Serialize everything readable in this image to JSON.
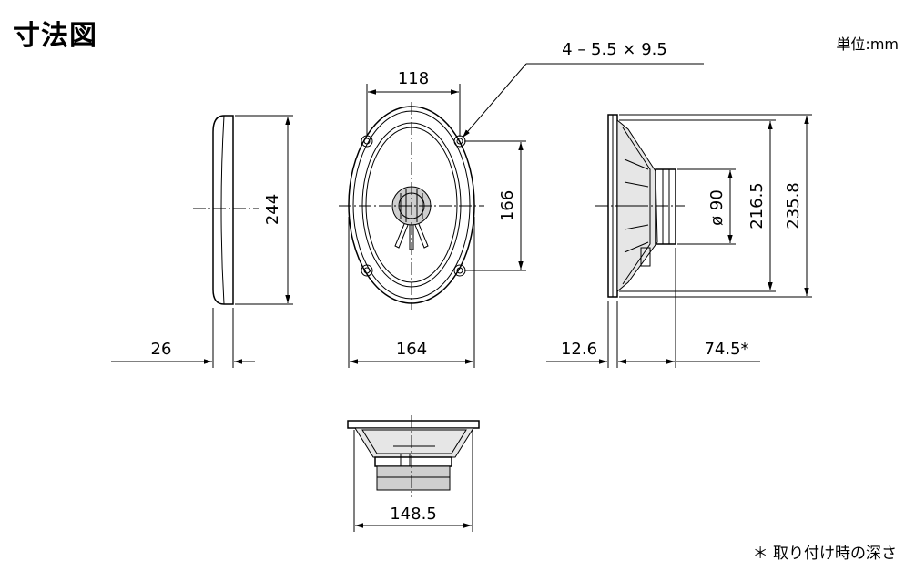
{
  "title": "寸法図",
  "unit_label": "単位:mm",
  "footnote": "＊ 取り付け時の深さ",
  "dimensions": {
    "side_depth": "26",
    "side_height": "244",
    "front_hole_spacing_w": "118",
    "front_hole_spacing_h": "166",
    "front_width": "164",
    "hole_spec": "4 – 5.5 × 9.5",
    "flange_thickness": "12.6",
    "mount_depth": "74.5*",
    "magnet_diameter": "ø 90",
    "cutout_height": "216.5",
    "overall_height": "235.8",
    "bottom_width": "148.5"
  }
}
